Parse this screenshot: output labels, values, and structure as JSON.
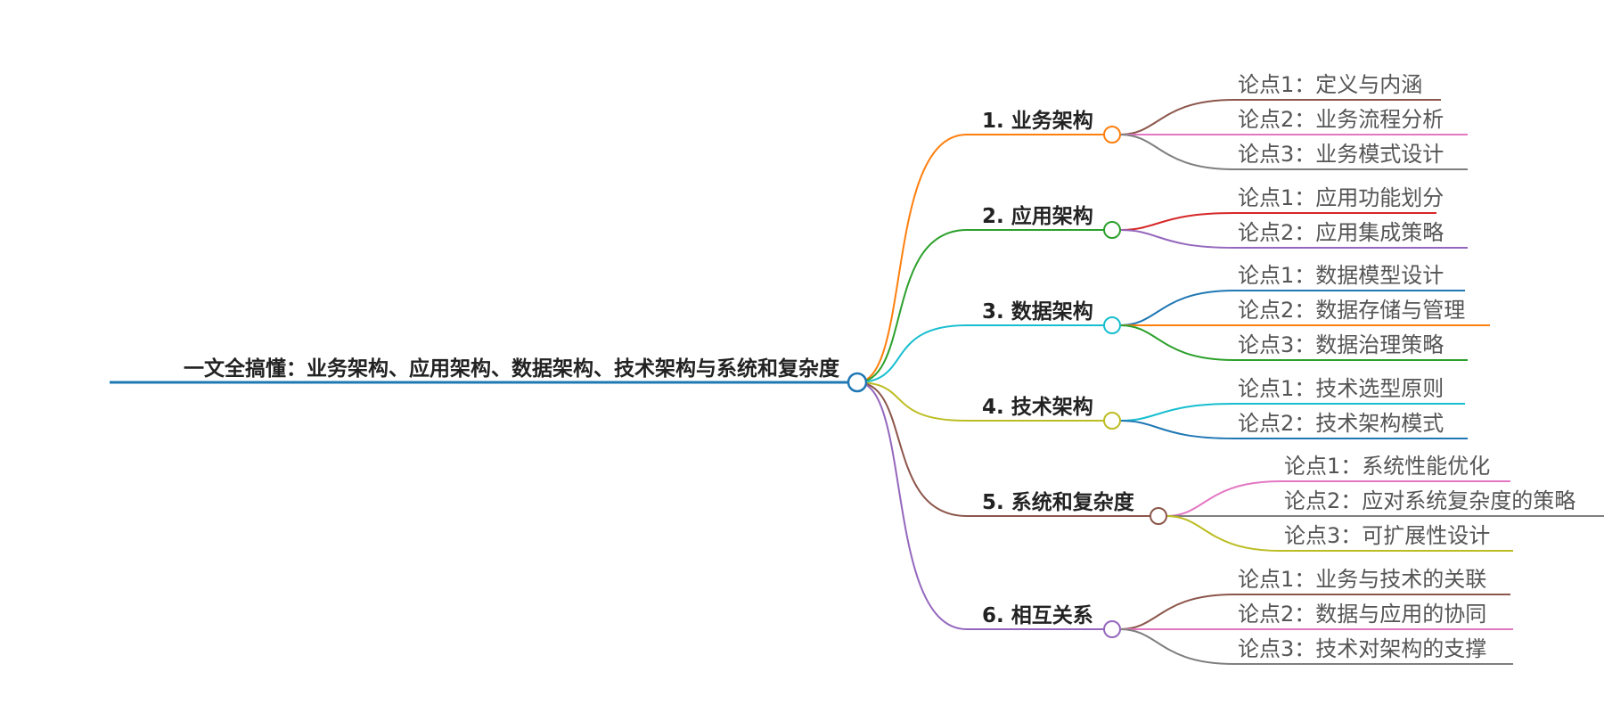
{
  "mindmap": {
    "root": {
      "label": "一文全搞懂：业务架构、应用架构、数据架构、技术架构与系统和复杂度",
      "color": "#1f77b4"
    },
    "branches": [
      {
        "label": "1. 业务架构",
        "color": "#ff7f0e",
        "leaves": [
          {
            "label": "论点1：定义与内涵",
            "color": "#8c564b"
          },
          {
            "label": "论点2：业务流程分析",
            "color": "#e377c2"
          },
          {
            "label": "论点3：业务模式设计",
            "color": "#7f7f7f"
          }
        ]
      },
      {
        "label": "2. 应用架构",
        "color": "#2ca02c",
        "leaves": [
          {
            "label": "论点1：应用功能划分",
            "color": "#d62728"
          },
          {
            "label": "论点2：应用集成策略",
            "color": "#9467bd"
          }
        ]
      },
      {
        "label": "3. 数据架构",
        "color": "#17becf",
        "leaves": [
          {
            "label": "论点1：数据模型设计",
            "color": "#1f77b4"
          },
          {
            "label": "论点2：数据存储与管理",
            "color": "#ff7f0e"
          },
          {
            "label": "论点3：数据治理策略",
            "color": "#2ca02c"
          }
        ]
      },
      {
        "label": "4. 技术架构",
        "color": "#bcbd22",
        "leaves": [
          {
            "label": "论点1：技术选型原则",
            "color": "#17becf"
          },
          {
            "label": "论点2：技术架构模式",
            "color": "#1f77b4"
          }
        ]
      },
      {
        "label": "5. 系统和复杂度",
        "color": "#8c564b",
        "leaves": [
          {
            "label": "论点1：系统性能优化",
            "color": "#e377c2"
          },
          {
            "label": "论点2：应对系统复杂度的策略",
            "color": "#7f7f7f"
          },
          {
            "label": "论点3：可扩展性设计",
            "color": "#bcbd22"
          }
        ]
      },
      {
        "label": "6. 相互关系",
        "color": "#9467bd",
        "leaves": [
          {
            "label": "论点1：业务与技术的关联",
            "color": "#8c564b"
          },
          {
            "label": "论点2：数据与应用的协同",
            "color": "#e377c2"
          },
          {
            "label": "论点3：技术对架构的支撑",
            "color": "#7f7f7f"
          }
        ]
      }
    ]
  }
}
